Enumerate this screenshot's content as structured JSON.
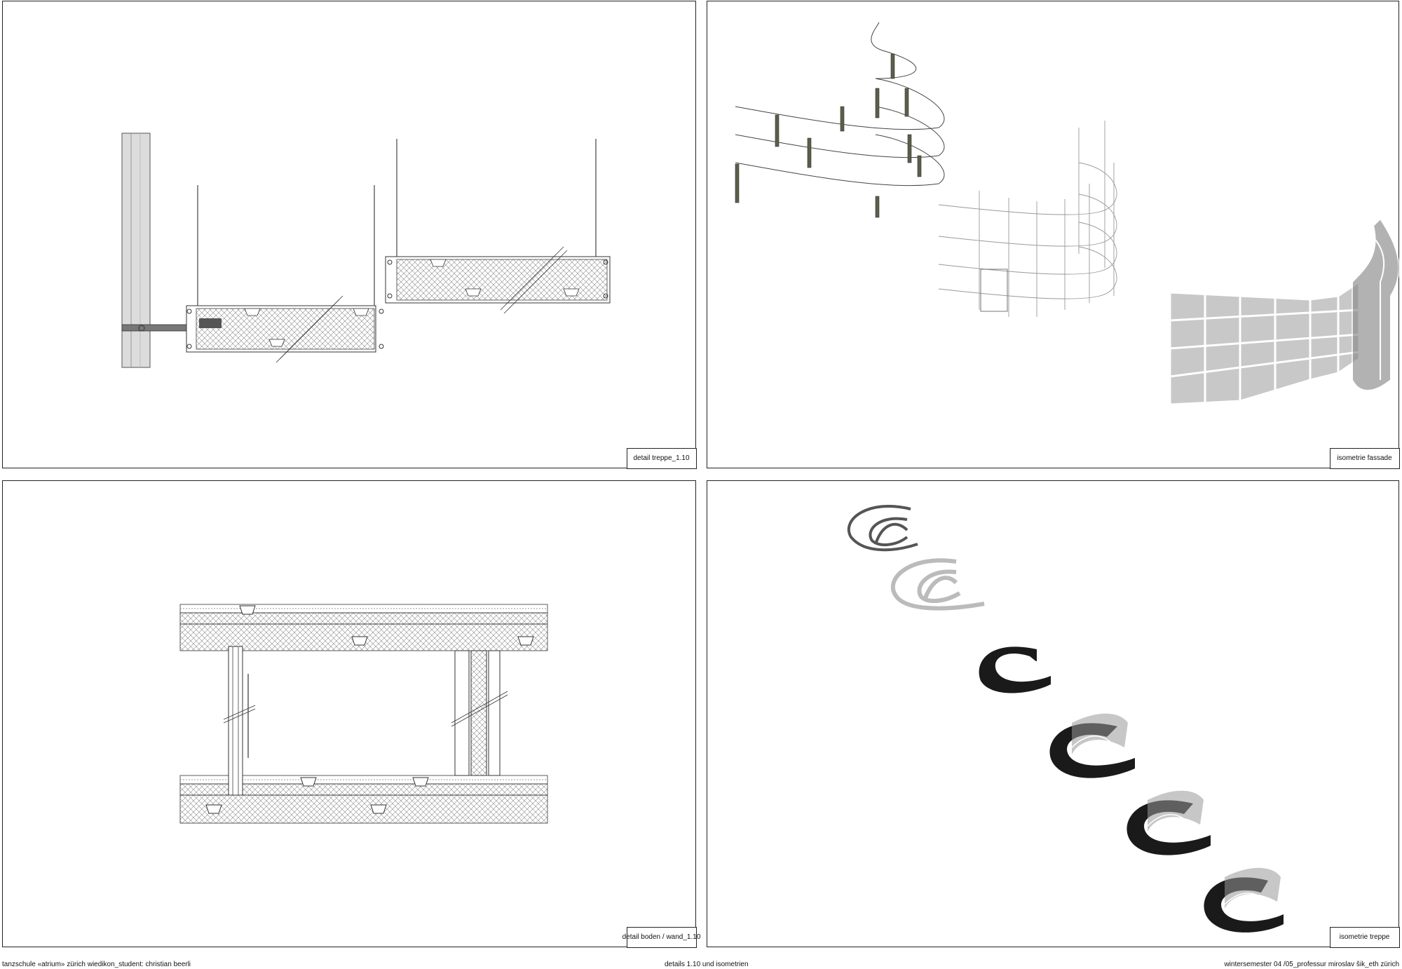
{
  "panels": {
    "stair_detail": {
      "label": "detail treppe_1.10"
    },
    "facade_iso": {
      "label": "isometrie fassade"
    },
    "floor_wall_detail": {
      "label": "detail boden / wand_1.10"
    },
    "stair_iso": {
      "label": "isometrie treppe"
    }
  },
  "footer": {
    "left": "tanzschule «atrium» zürich wiedikon_student: christian beerli",
    "center": "details 1.10 und isometrien",
    "right": "wintersemester 04 /05_professur miroslav šik_eth zürich"
  },
  "colors": {
    "line": "#222222",
    "hatch": "#888888",
    "post": "#5a5f4a",
    "glass": "#b0b0b0",
    "dark": "#1a1a1a"
  }
}
